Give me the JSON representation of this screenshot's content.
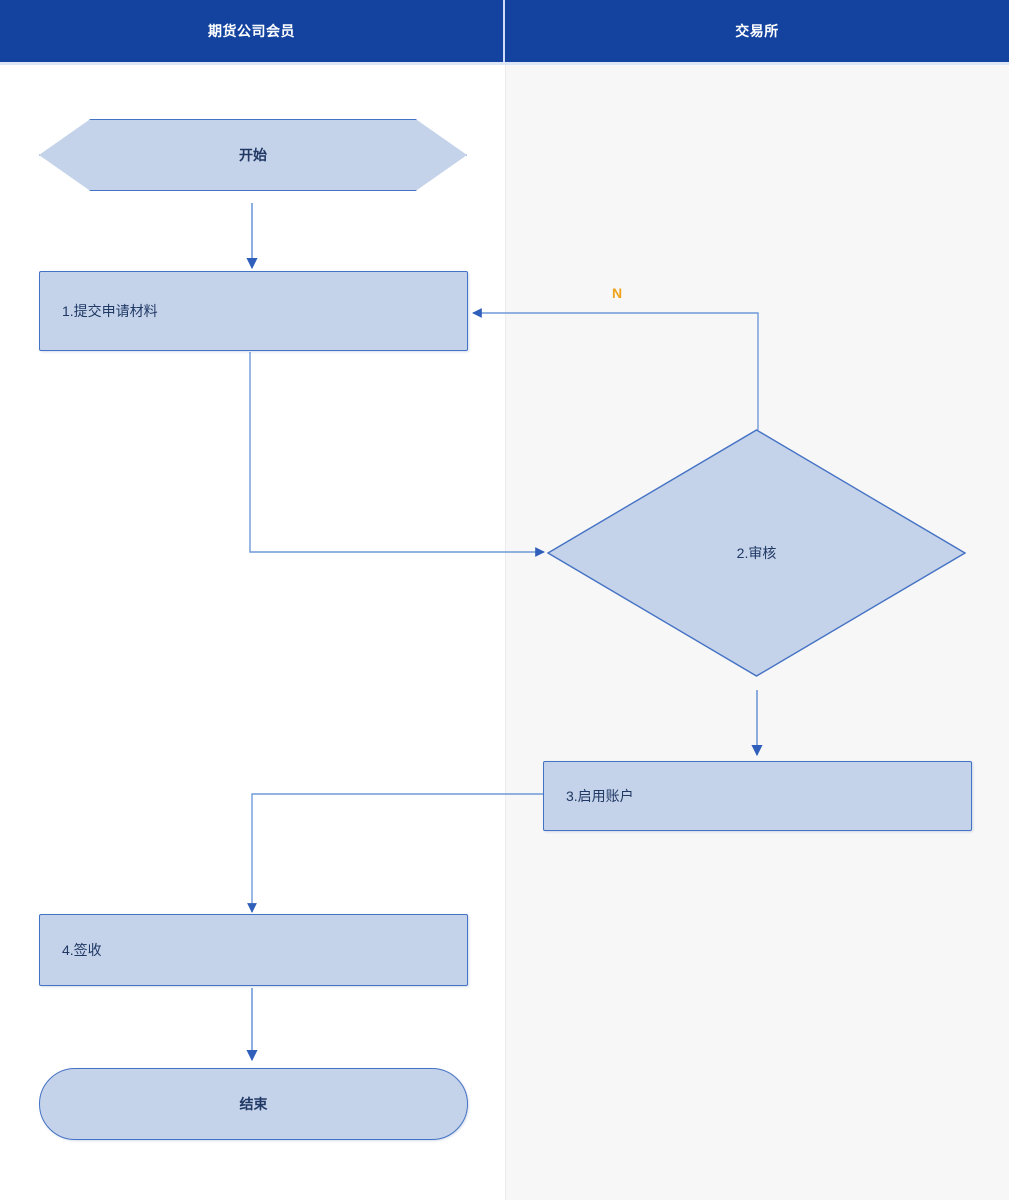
{
  "diagram": {
    "title_left_lane": "期货公司会员",
    "title_right_lane": "交易所",
    "colors": {
      "header_bg": "#13439e",
      "header_text": "#ffffff",
      "node_fill": "#c5d3ea",
      "node_border": "#4472c4",
      "node_text": "#1f3864",
      "connector": "#4472c4",
      "edge_label": "#f0a318",
      "lane_left_bg": "#ffffff",
      "lane_right_bg": "#f7f7f7"
    }
  },
  "lanes": [
    {
      "id": "lane-member",
      "label": "期货公司会员"
    },
    {
      "id": "lane-exchange",
      "label": "交易所"
    }
  ],
  "nodes": {
    "start": {
      "label": "开始",
      "shape": "terminator",
      "lane": "lane-member"
    },
    "step1": {
      "label": "1.提交申请材料",
      "shape": "process",
      "lane": "lane-member"
    },
    "step2": {
      "label": "2.审核",
      "shape": "decision",
      "lane": "lane-exchange"
    },
    "step3": {
      "label": "3.启用账户",
      "shape": "process",
      "lane": "lane-exchange"
    },
    "step4": {
      "label": "4.签收",
      "shape": "process",
      "lane": "lane-member"
    },
    "end": {
      "label": "结束",
      "shape": "terminator",
      "lane": "lane-member"
    }
  },
  "edges": [
    {
      "id": "start-to-step1",
      "from": "start",
      "to": "step1",
      "label": ""
    },
    {
      "id": "step1-to-step2",
      "from": "step1",
      "to": "step2",
      "label": ""
    },
    {
      "id": "step2-to-step1-reject",
      "from": "step2",
      "to": "step1",
      "label": "N"
    },
    {
      "id": "step2-to-step3",
      "from": "step2",
      "to": "step3",
      "label": ""
    },
    {
      "id": "step3-to-step4",
      "from": "step3",
      "to": "step4",
      "label": ""
    },
    {
      "id": "step4-to-end",
      "from": "step4",
      "to": "end",
      "label": ""
    }
  ]
}
